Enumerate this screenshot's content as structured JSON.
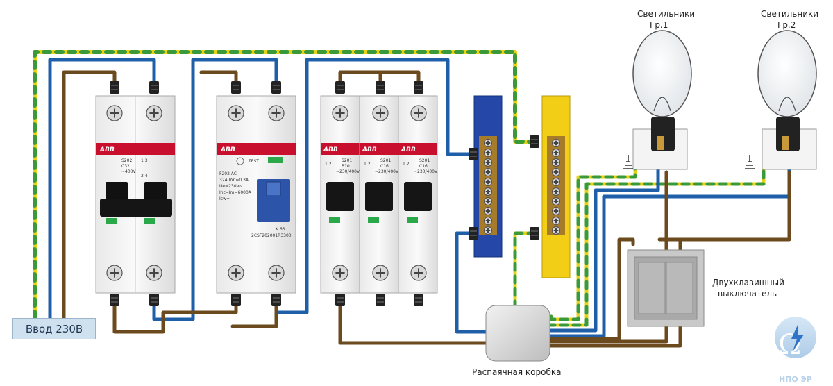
{
  "labels": {
    "input": "Ввод 230В",
    "lamp1_line1": "Светильники",
    "lamp1_line2": "Гр.1",
    "lamp2_line1": "Светильники",
    "lamp2_line2": "Гр.2",
    "switch_line1": "Двухклавишный",
    "switch_line2": "выключатель",
    "junction_box": "Распаячная коробка",
    "logo_text": "НПО ЭР"
  },
  "devices": {
    "main_breaker": {
      "brand": "ABB",
      "model": "S202",
      "rating": "C32",
      "voltage": "~400V",
      "terms_top": "1 3",
      "terms_bottom": "2 4"
    },
    "rcd": {
      "brand": "ABB",
      "test": "TEST",
      "model": "F202 AC",
      "line1": "32A  IΔn=0,3A",
      "line2": "Ue=230V~",
      "line3": "Inc=Im=6000A",
      "line4": "Icw=",
      "code": "K 63",
      "part": "2CSF202001R3300"
    },
    "breaker_1": {
      "brand": "ABB",
      "model": "S201",
      "rating": "B10",
      "voltage": "~230/400V",
      "terms": "1 2"
    },
    "breaker_2": {
      "brand": "ABB",
      "model": "S201",
      "rating": "C16",
      "voltage": "~230/400V",
      "terms": "1 2"
    },
    "breaker_3": {
      "brand": "ABB",
      "model": "S201",
      "rating": "C16",
      "voltage": "~230/400V",
      "terms": "1 2"
    }
  },
  "colors": {
    "phase": "#6b4a1e",
    "neutral": "#1f5fa8",
    "pe_yellow": "#e8d21a",
    "pe_green": "#3a9a3a",
    "abb_red": "#c8102e",
    "neutral_bus": "#2447a8",
    "pe_bus": "#f2cf16"
  }
}
